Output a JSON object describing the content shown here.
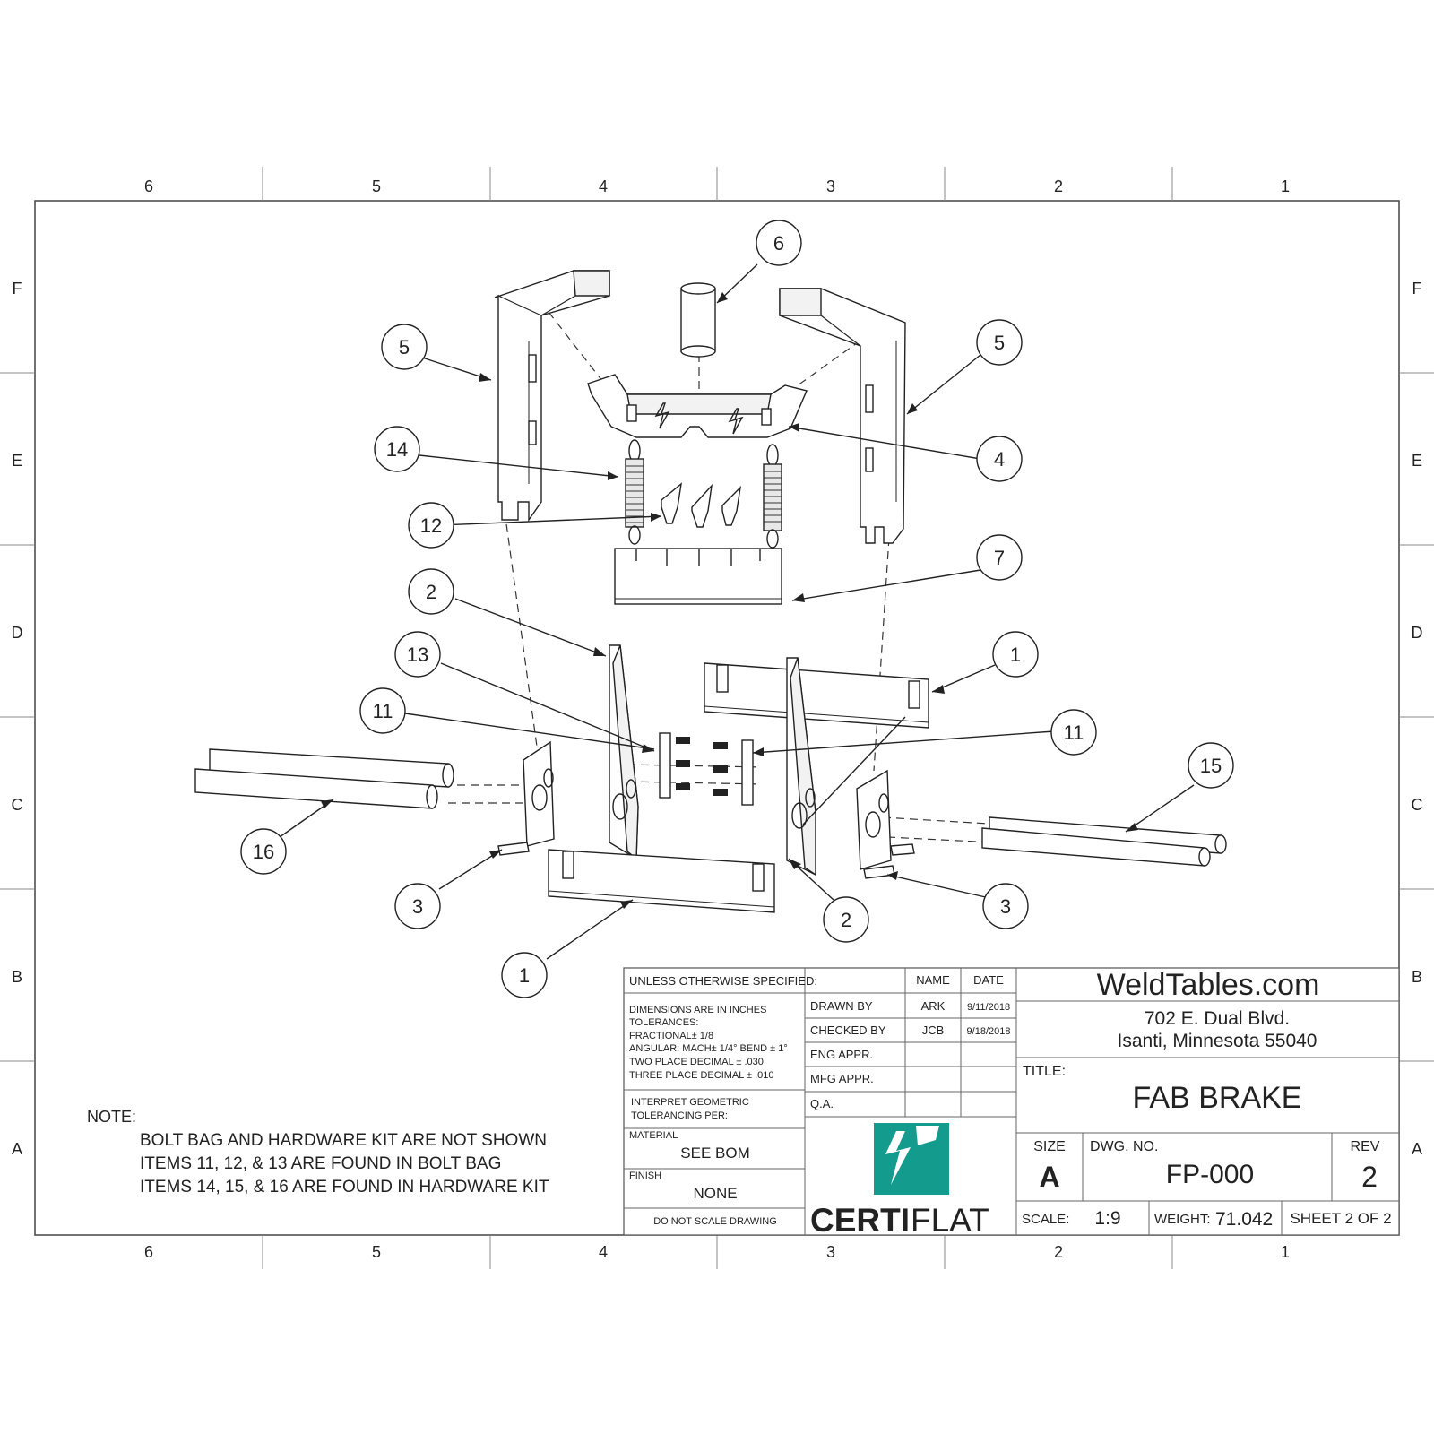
{
  "zones": {
    "columns": [
      "6",
      "5",
      "4",
      "3",
      "2",
      "1"
    ],
    "rows": [
      "F",
      "E",
      "D",
      "C",
      "B",
      "A"
    ]
  },
  "balloons": [
    "6",
    "5",
    "5",
    "14",
    "4",
    "12",
    "7",
    "2",
    "1",
    "13",
    "11",
    "11",
    "15",
    "16",
    "3",
    "3",
    "2",
    "1"
  ],
  "note": {
    "heading": "NOTE:",
    "lines": [
      "BOLT BAG AND HARDWARE KIT ARE NOT SHOWN",
      "ITEMS 11, 12, & 13 ARE FOUND IN BOLT BAG",
      "ITEMS 14, 15, & 16 ARE FOUND IN HARDWARE KIT"
    ]
  },
  "title_block": {
    "unless": "UNLESS OTHERWISE SPECIFIED:",
    "tolerances": [
      "DIMENSIONS ARE IN INCHES",
      "TOLERANCES:",
      "FRACTIONAL± 1/8",
      "ANGULAR: MACH± 1/4° BEND ± 1°",
      "TWO PLACE DECIMAL    ± .030",
      "THREE PLACE DECIMAL  ± .010"
    ],
    "interpret": [
      "INTERPRET GEOMETRIC",
      "TOLERANCING PER:"
    ],
    "material_label": "MATERIAL",
    "material_value": "SEE BOM",
    "finish_label": "FINISH",
    "finish_value": "NONE",
    "do_not_scale": "DO NOT SCALE DRAWING",
    "name_header": "NAME",
    "date_header": "DATE",
    "approvals": [
      {
        "role": "DRAWN BY",
        "name": "ARK",
        "date": "9/11/2018"
      },
      {
        "role": "CHECKED BY",
        "name": "JCB",
        "date": "9/18/2018"
      },
      {
        "role": "ENG APPR.",
        "name": "",
        "date": ""
      },
      {
        "role": "MFG APPR.",
        "name": "",
        "date": ""
      },
      {
        "role": "Q.A.",
        "name": "",
        "date": ""
      }
    ],
    "company": "WeldTables.com",
    "address_line1": "702 E. Dual Blvd.",
    "address_line2": "Isanti, Minnesota 55040",
    "title_label": "TITLE:",
    "title": "FAB BRAKE",
    "size_label": "SIZE",
    "size": "A",
    "dwg_no_label": "DWG.  NO.",
    "dwg_no": "FP-000",
    "rev_label": "REV",
    "rev": "2",
    "scale_label": "SCALE:",
    "scale": "1:9",
    "weight_label": "WEIGHT:",
    "weight": "71.042",
    "sheet": "SHEET 2 OF 2",
    "logo_text_bold": "CERTI",
    "logo_text_light": "FLAT",
    "logo_color": "#139b8e"
  }
}
